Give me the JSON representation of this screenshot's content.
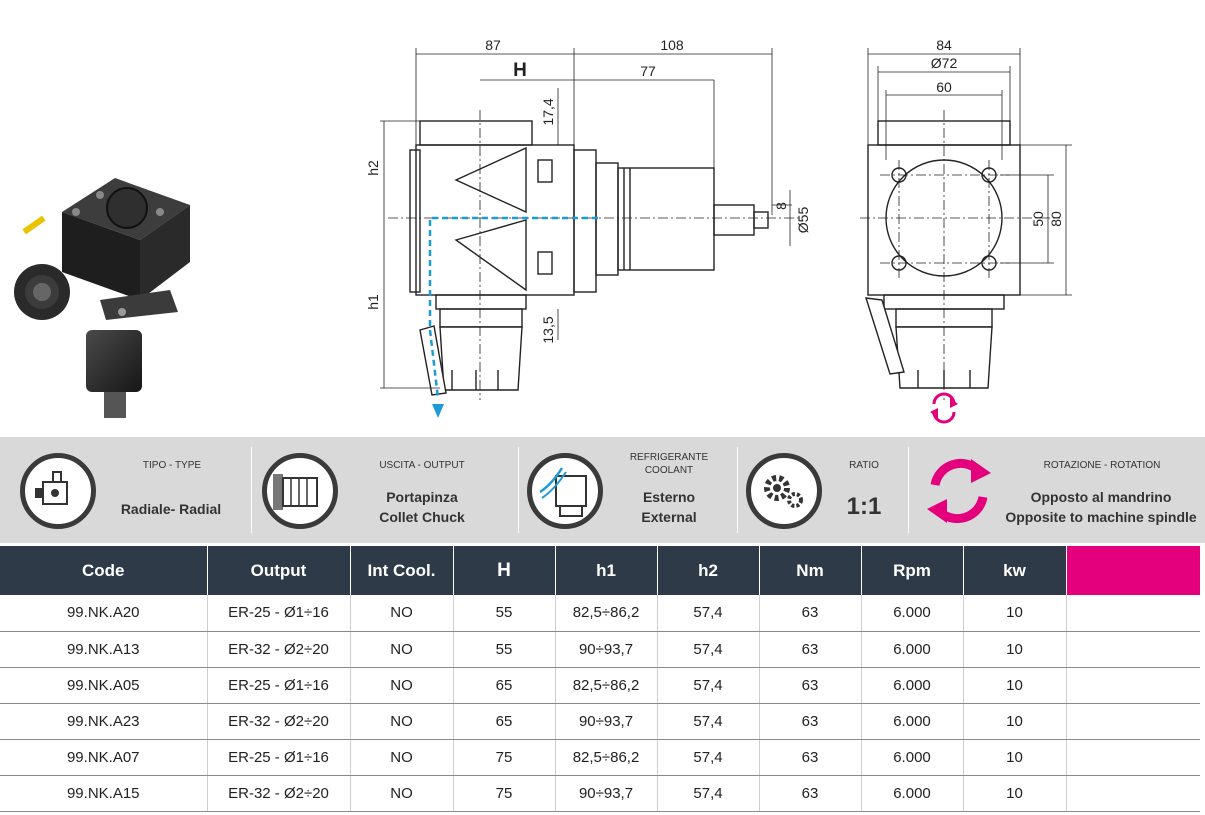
{
  "drawing": {
    "dims": {
      "d87": "87",
      "d108": "108",
      "H": "H",
      "d77": "77",
      "d17_4": "17,4",
      "d84": "84",
      "d72": "Ø72",
      "d60": "60",
      "h2": "h2",
      "h1": "h1",
      "d8": "8",
      "d55": "Ø55",
      "d13_5": "13,5",
      "d50": "50",
      "d80": "80"
    },
    "colors": {
      "line": "#222222",
      "coolant": "#1e9ad6",
      "rotation": "#e4007c"
    }
  },
  "features": [
    {
      "title": "TIPO - TYPE",
      "value": "Radiale- Radial",
      "icon": "radial-type-icon"
    },
    {
      "title": "USCITA - OUTPUT",
      "value_line1": "Portapinza",
      "value_line2": "Collet Chuck",
      "icon": "collet-chuck-icon"
    },
    {
      "title_line1": "REFRIGERANTE",
      "title_line2": "COOLANT",
      "value_line1": "Esterno",
      "value_line2": "External",
      "icon": "external-coolant-icon"
    },
    {
      "title": "RATIO",
      "value": "1:1",
      "icon": "gears-icon"
    },
    {
      "title": "ROTAZIONE - ROTATION",
      "value_line1": "Opposto al mandrino",
      "value_line2": "Opposite to machine spindle",
      "icon": "rotation-icon"
    }
  ],
  "table": {
    "headers": [
      "Code",
      "Output",
      "Int Cool.",
      "H",
      "h1",
      "h2",
      "Nm",
      "Rpm",
      "kw"
    ],
    "rows": [
      [
        "99.NK.A20",
        "ER-25 - Ø1÷16",
        "NO",
        "55",
        "82,5÷86,2",
        "57,4",
        "63",
        "6.000",
        "10"
      ],
      [
        "99.NK.A13",
        "ER-32 - Ø2÷20",
        "NO",
        "55",
        "90÷93,7",
        "57,4",
        "63",
        "6.000",
        "10"
      ],
      [
        "99.NK.A05",
        "ER-25 - Ø1÷16",
        "NO",
        "65",
        "82,5÷86,2",
        "57,4",
        "63",
        "6.000",
        "10"
      ],
      [
        "99.NK.A23",
        "ER-32 - Ø2÷20",
        "NO",
        "65",
        "90÷93,7",
        "57,4",
        "63",
        "6.000",
        "10"
      ],
      [
        "99.NK.A07",
        "ER-25 - Ø1÷16",
        "NO",
        "75",
        "82,5÷86,2",
        "57,4",
        "63",
        "6.000",
        "10"
      ],
      [
        "99.NK.A15",
        "ER-32 - Ø2÷20",
        "NO",
        "75",
        "90÷93,7",
        "57,4",
        "63",
        "6.000",
        "10"
      ]
    ],
    "colors": {
      "header_bg": "#2e3a47",
      "accent": "#e4007c"
    }
  }
}
